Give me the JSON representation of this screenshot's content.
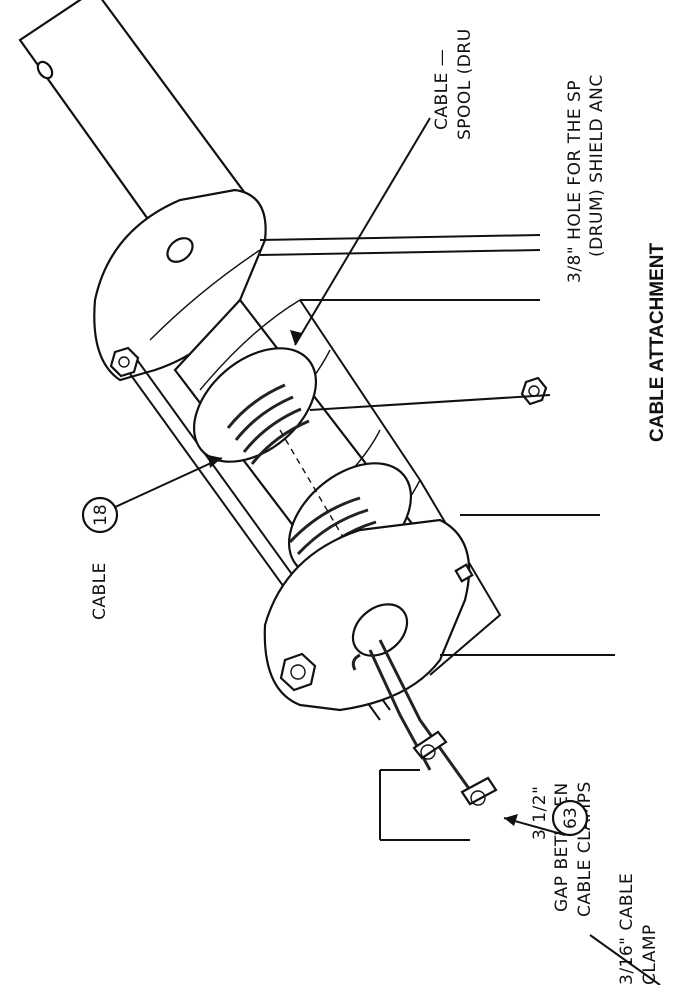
{
  "title": "CABLE ATTACHMENT",
  "callouts": {
    "cable_spool_line1": "CABLE —",
    "cable_spool_line2": "SPOOL (DRU",
    "hole_line1": "3/8\" HOLE FOR THE SP",
    "hole_line2": "(DRUM) SHIELD ANC",
    "gap_line1": "3 1/2\"",
    "gap_line2": "GAP BETWEEN",
    "gap_line3": "CABLE CLAMPS",
    "clamp_line1": "3/16\" CABLE",
    "clamp_line2": "CLAMP",
    "cable_label": "CABLE"
  },
  "balloons": {
    "cable_number": "18",
    "clamp_number": "63"
  }
}
